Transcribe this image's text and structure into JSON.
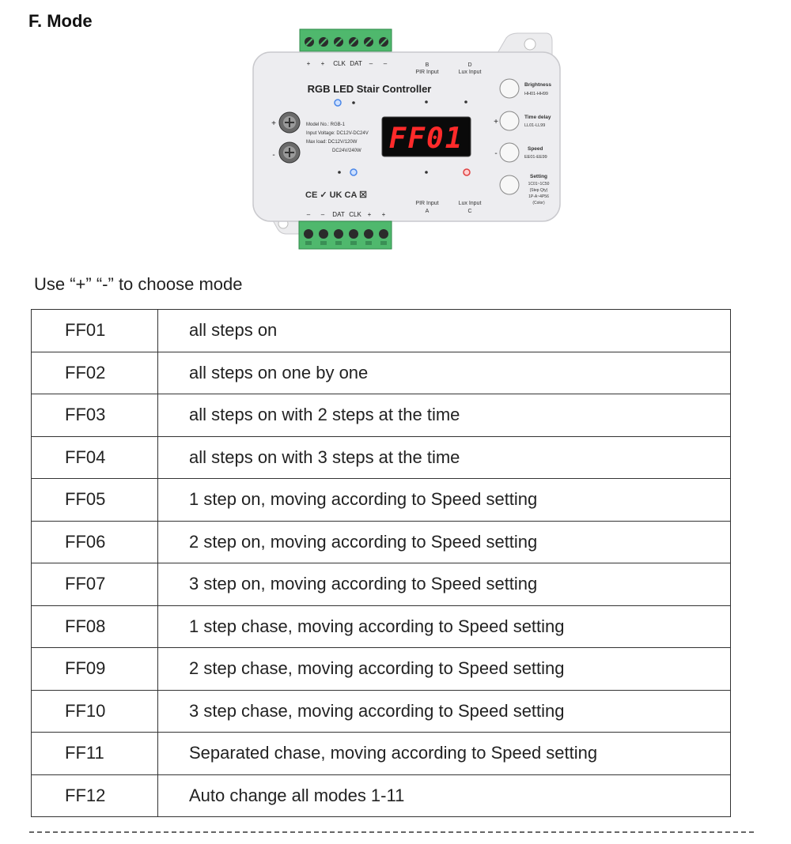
{
  "section_title": "F. Mode",
  "device": {
    "name": "RGB LED Stair Controller",
    "display": "FF01",
    "specs": [
      "Model No.: RGB-1",
      "Input Voltage: DC12V-DC24V",
      "Max load: DC12V/120W",
      "DC24V/240W"
    ],
    "top_terminals": [
      "+",
      "+",
      "CLK",
      "DAT",
      "–",
      "–"
    ],
    "bottom_terminals": [
      "–",
      "–",
      "DAT",
      "CLK",
      "+",
      "+"
    ],
    "top_inputs": [
      {
        "letter": "B",
        "label": "PIR Input"
      },
      {
        "letter": "D",
        "label": "Lux Input"
      }
    ],
    "bottom_inputs": [
      {
        "letter": "A",
        "label": "PIR Input"
      },
      {
        "letter": "C",
        "label": "Lux Input"
      }
    ],
    "power_plus": "+",
    "power_minus": "-",
    "cert_marks": "CE ✓ UK CA ☒",
    "buttons": [
      {
        "title": "Brightness",
        "range": [
          "HH01-HH99"
        ],
        "sign": ""
      },
      {
        "title": "Time delay",
        "range": [
          "LL01-LL99"
        ],
        "sign": "+"
      },
      {
        "title": "Speed",
        "range": [
          "EE01-EE99"
        ],
        "sign": "-"
      },
      {
        "title": "Setting",
        "range": [
          "1C01~1C50",
          "(Step Qty)",
          "1P-A~4P56",
          "(Color)"
        ],
        "sign": ""
      }
    ]
  },
  "instruction": "Use “+” “-” to choose mode",
  "modes": [
    {
      "code": "FF01",
      "desc": "all steps on"
    },
    {
      "code": "FF02",
      "desc": "all steps on one by one"
    },
    {
      "code": "FF03",
      "desc": "all steps on with 2 steps at the time"
    },
    {
      "code": "FF04",
      "desc": "all steps on with 3 steps at the time"
    },
    {
      "code": "FF05",
      "desc": "1 step on, moving according to Speed setting"
    },
    {
      "code": "FF06",
      "desc": "2 step on, moving according to Speed setting"
    },
    {
      "code": "FF07",
      "desc": "3 step on, moving according to Speed setting"
    },
    {
      "code": "FF08",
      "desc": "1 step chase, moving according to Speed setting"
    },
    {
      "code": "FF09",
      "desc": "2 step chase, moving according to Speed setting"
    },
    {
      "code": "FF10",
      "desc": "3 step chase, moving according to Speed setting"
    },
    {
      "code": "FF11",
      "desc": "Separated chase, moving according to Speed setting"
    },
    {
      "code": "FF12",
      "desc": "Auto change all modes 1-11"
    }
  ]
}
